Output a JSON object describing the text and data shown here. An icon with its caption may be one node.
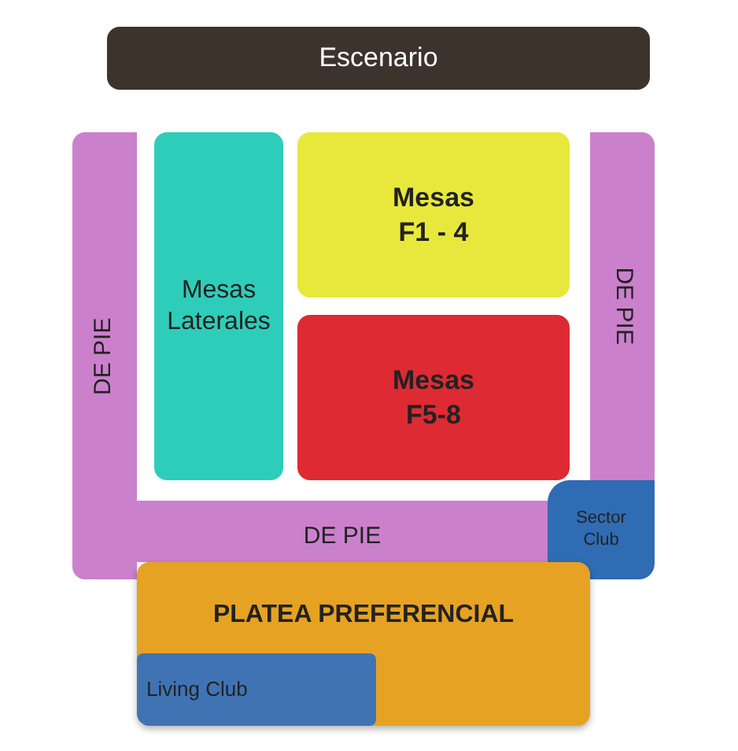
{
  "diagram": {
    "nodes": [
      {
        "text": [
          "Escenario"
        ]
      },
      {
        "text": [
          "DE PIE"
        ]
      },
      {
        "text": [
          "Mesas Laterales"
        ]
      },
      {
        "text": [
          "Mesas F1 - 4"
        ]
      },
      {
        "text": [
          "DE PIE"
        ]
      },
      {
        "text": [
          "Mesas F5-8"
        ]
      },
      {
        "text": [
          "DE PIE"
        ]
      },
      {
        "text": [
          "Sector Club"
        ]
      },
      {
        "text": [
          "PLATEA PREFERENCIAL"
        ]
      },
      {
        "text": [
          "Living Club"
        ],
        "in": 8
      }
    ]
  }
}
